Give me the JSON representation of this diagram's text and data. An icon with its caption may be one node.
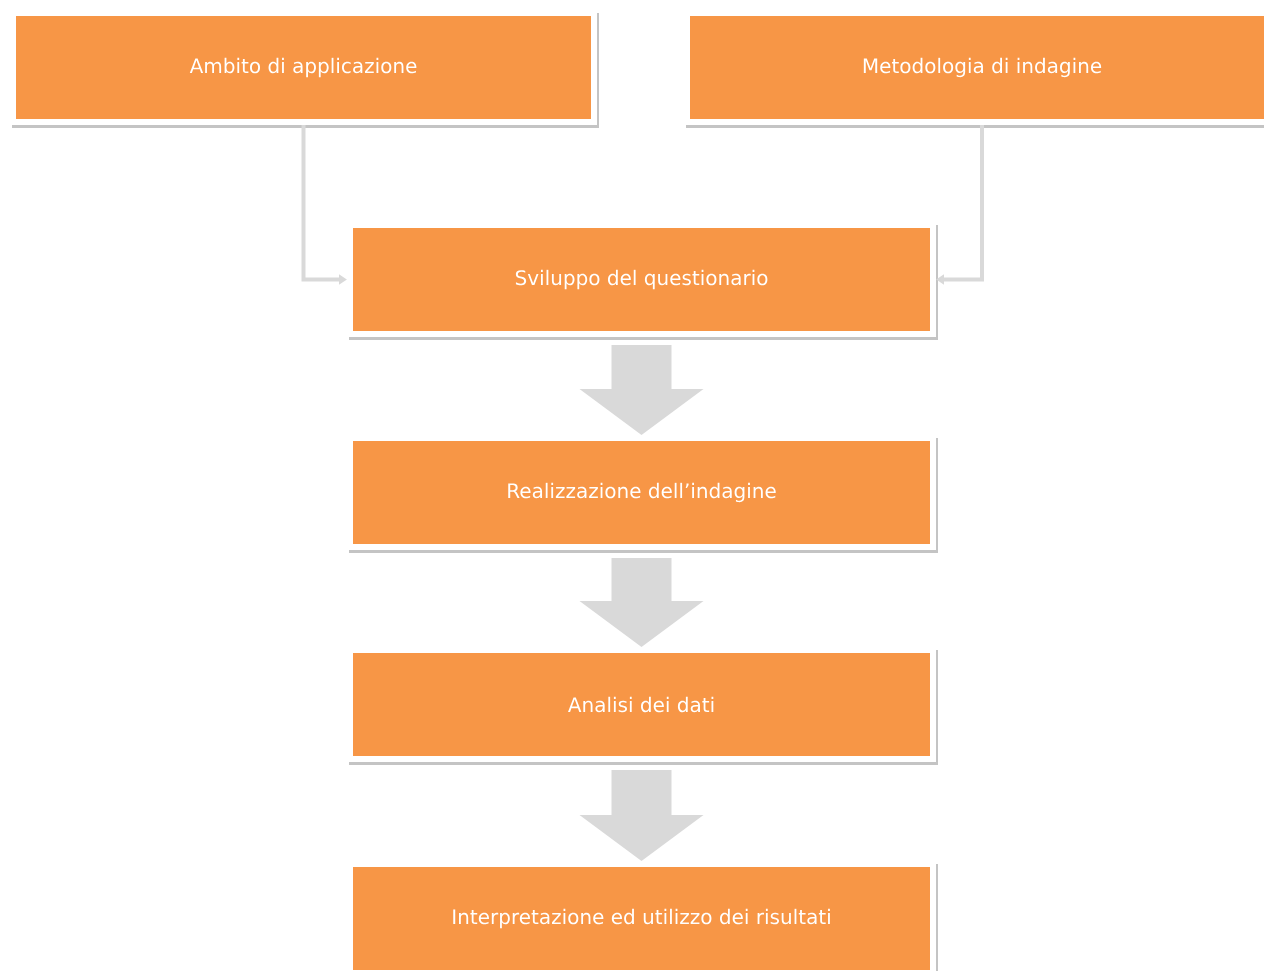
{
  "diagram": {
    "nodes": [
      {
        "text": [
          "Ambito di applicazione"
        ]
      },
      {
        "text": [
          "Metodologia di indagine"
        ]
      },
      {
        "text": [
          "Sviluppo del questionario"
        ]
      },
      {
        "text": [
          "Realizzazione dell’indagine"
        ]
      },
      {
        "text": [
          "Analisi dei dati"
        ]
      },
      {
        "text": [
          "Interpretazione ed utilizzo dei risultati"
        ]
      }
    ],
    "edges": [
      {
        "from": 0,
        "to": 2,
        "arrow": "to"
      },
      {
        "from": 1,
        "to": 2,
        "arrow": "to"
      },
      {
        "from": 2,
        "to": 3,
        "arrow": "to",
        "style": "thick"
      },
      {
        "from": 3,
        "to": 4,
        "arrow": "to",
        "style": "thick"
      },
      {
        "from": 4,
        "to": 5,
        "arrow": "to",
        "style": "thick"
      }
    ]
  }
}
